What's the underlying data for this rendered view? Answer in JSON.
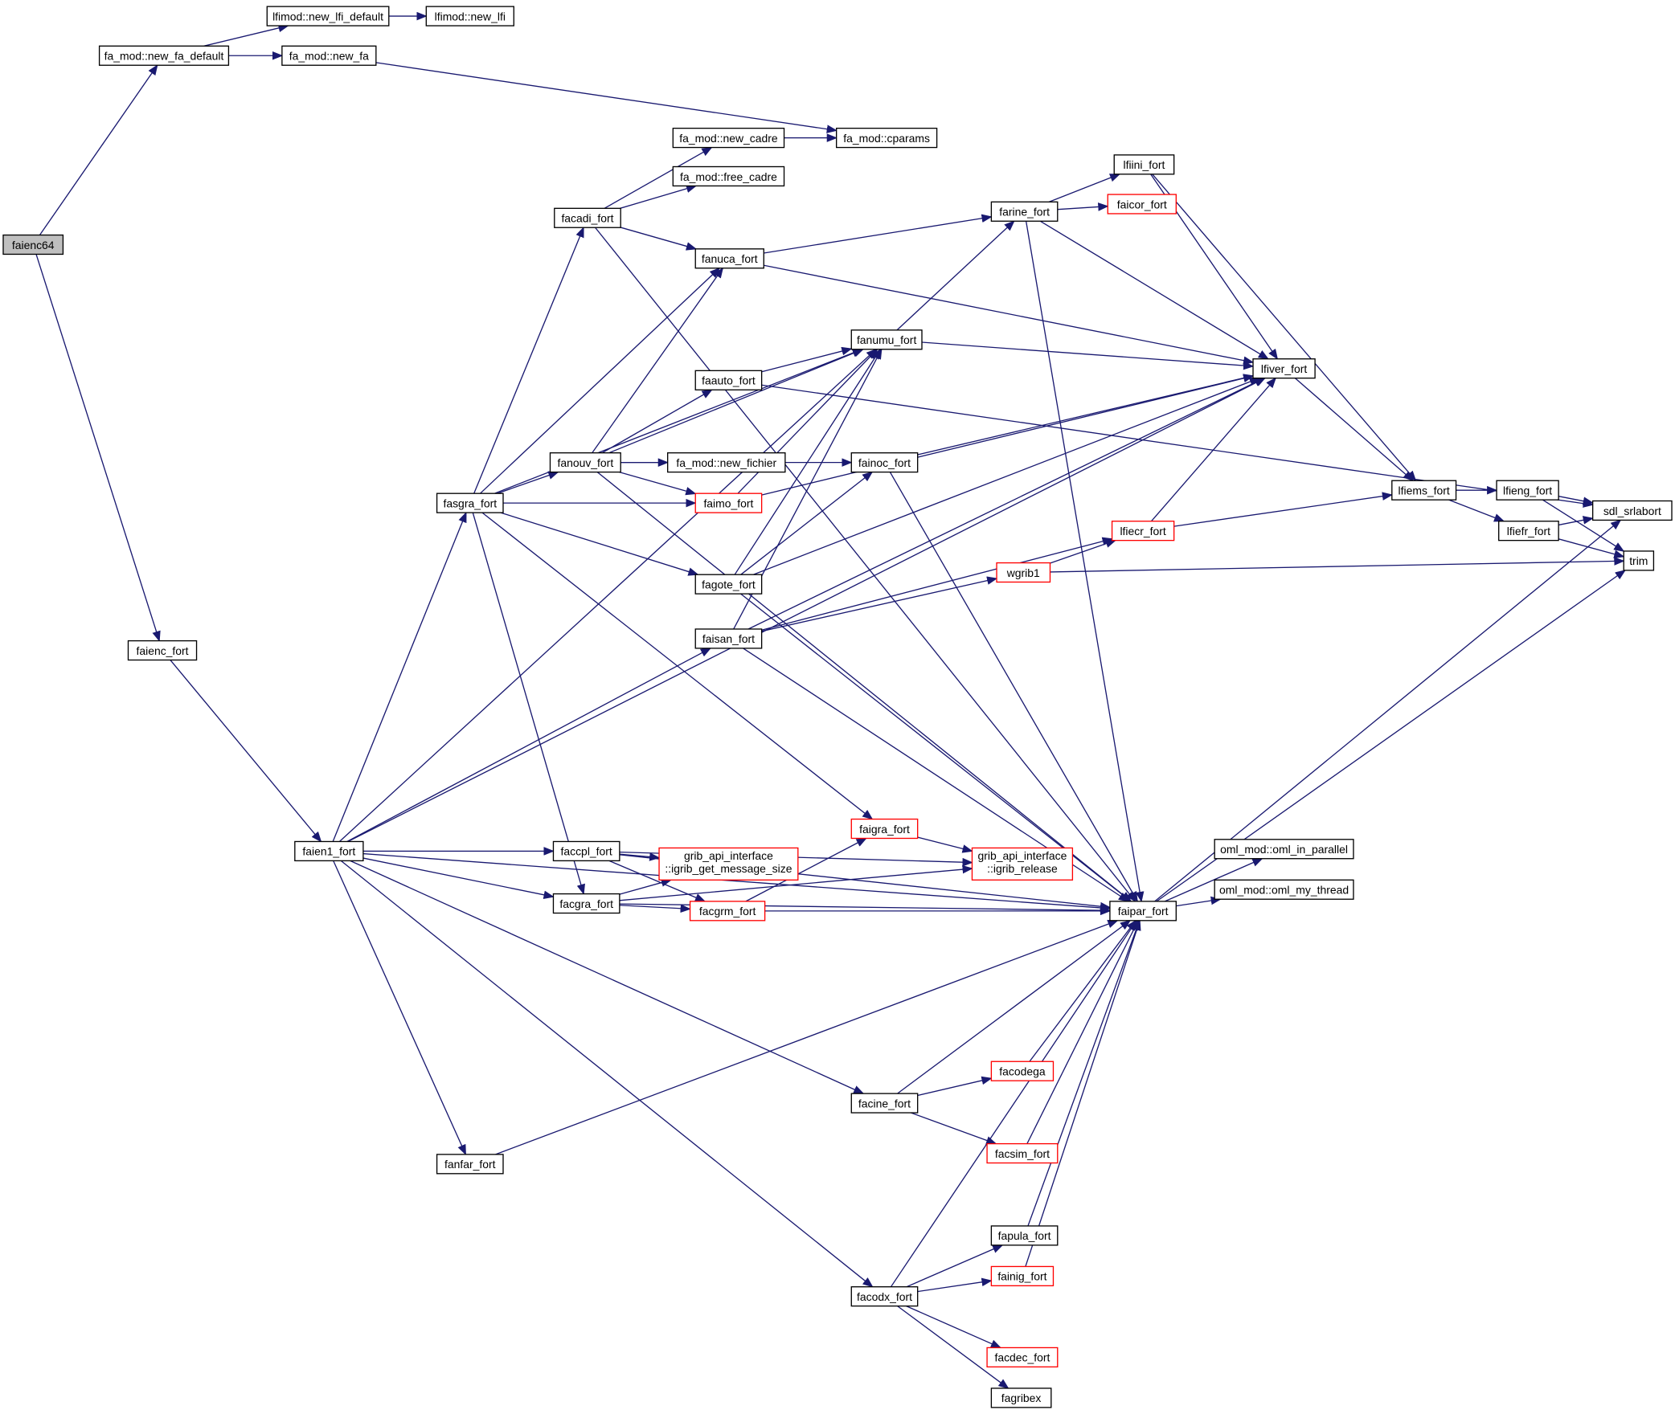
{
  "diagram": {
    "type": "call-graph",
    "colors": {
      "edge": "#191970",
      "highlight_border": "#ff0000",
      "root_fill": "#bfbfbf"
    },
    "nodes": [
      {
        "label": "faienc64",
        "style": "root"
      },
      {
        "label": "lfimod::new_lfi_default"
      },
      {
        "label": "lfimod::new_lfi"
      },
      {
        "label": "fa_mod::new_fa_default"
      },
      {
        "label": "fa_mod::new_fa"
      },
      {
        "label": "fa_mod::cparams"
      },
      {
        "label": "fa_mod::new_cadre"
      },
      {
        "label": "fa_mod::free_cadre"
      },
      {
        "label": "facadi_fort"
      },
      {
        "label": "fanuca_fort"
      },
      {
        "label": "farine_fort"
      },
      {
        "label": "lfiini_fort"
      },
      {
        "label": "faicor_fort",
        "style": "red"
      },
      {
        "label": "fanumu_fort"
      },
      {
        "label": "faauto_fort"
      },
      {
        "label": "lfiver_fort"
      },
      {
        "label": "fanouv_fort"
      },
      {
        "label": "fa_mod::new_fichier"
      },
      {
        "label": "fainoc_fort"
      },
      {
        "label": "fasgra_fort"
      },
      {
        "label": "faimo_fort",
        "style": "red"
      },
      {
        "label": "lfiems_fort"
      },
      {
        "label": "lfieng_fort"
      },
      {
        "label": "sdl_srlabort"
      },
      {
        "label": "lfiecr_fort",
        "style": "red"
      },
      {
        "label": "lfiefr_fort"
      },
      {
        "label": "trim"
      },
      {
        "label": "wgrib1",
        "style": "red"
      },
      {
        "label": "fagote_fort"
      },
      {
        "label": "faisan_fort"
      },
      {
        "label": "faienc_fort"
      },
      {
        "label": "faien1_fort"
      },
      {
        "label": "faccpl_fort"
      },
      {
        "label": "grib_api_interface",
        "label2": "::igrib_get_message_size",
        "style": "red"
      },
      {
        "label": "faigra_fort",
        "style": "red"
      },
      {
        "label": "grib_api_interface",
        "label2": "::igrib_release",
        "style": "red"
      },
      {
        "label": "oml_mod::oml_in_parallel"
      },
      {
        "label": "facgra_fort"
      },
      {
        "label": "facgrm_fort",
        "style": "red"
      },
      {
        "label": "faipar_fort"
      },
      {
        "label": "oml_mod::oml_my_thread"
      },
      {
        "label": "facodega",
        "style": "red"
      },
      {
        "label": "facine_fort"
      },
      {
        "label": "facsim_fort",
        "style": "red"
      },
      {
        "label": "fanfar_fort"
      },
      {
        "label": "fapula_fort"
      },
      {
        "label": "fainig_fort",
        "style": "red"
      },
      {
        "label": "facodx_fort"
      },
      {
        "label": "facdec_fort",
        "style": "red"
      },
      {
        "label": "fagribex"
      }
    ],
    "edges": [
      [
        0,
        3
      ],
      [
        0,
        30
      ],
      [
        3,
        1
      ],
      [
        1,
        2
      ],
      [
        3,
        4
      ],
      [
        4,
        5
      ],
      [
        6,
        5
      ],
      [
        8,
        6
      ],
      [
        8,
        7
      ],
      [
        8,
        9
      ],
      [
        8,
        39
      ],
      [
        9,
        10
      ],
      [
        9,
        15
      ],
      [
        10,
        11
      ],
      [
        10,
        12
      ],
      [
        10,
        15
      ],
      [
        10,
        39
      ],
      [
        11,
        15
      ],
      [
        11,
        21
      ],
      [
        13,
        10
      ],
      [
        13,
        15
      ],
      [
        14,
        13
      ],
      [
        14,
        23
      ],
      [
        15,
        21
      ],
      [
        21,
        22
      ],
      [
        21,
        25
      ],
      [
        22,
        23
      ],
      [
        22,
        26
      ],
      [
        25,
        23
      ],
      [
        25,
        26
      ],
      [
        24,
        15
      ],
      [
        24,
        21
      ],
      [
        27,
        24
      ],
      [
        27,
        26
      ],
      [
        16,
        9
      ],
      [
        16,
        13
      ],
      [
        16,
        14
      ],
      [
        16,
        17
      ],
      [
        16,
        20
      ],
      [
        16,
        18
      ],
      [
        16,
        39
      ],
      [
        18,
        15
      ],
      [
        18,
        39
      ],
      [
        19,
        8
      ],
      [
        19,
        9
      ],
      [
        19,
        13
      ],
      [
        19,
        16
      ],
      [
        19,
        20
      ],
      [
        19,
        28
      ],
      [
        19,
        34
      ],
      [
        19,
        37
      ],
      [
        20,
        13
      ],
      [
        20,
        15
      ],
      [
        28,
        18
      ],
      [
        28,
        13
      ],
      [
        28,
        15
      ],
      [
        28,
        39
      ],
      [
        29,
        13
      ],
      [
        29,
        15
      ],
      [
        29,
        24
      ],
      [
        29,
        27
      ],
      [
        29,
        39
      ],
      [
        30,
        31
      ],
      [
        31,
        15
      ],
      [
        31,
        13
      ],
      [
        31,
        19
      ],
      [
        31,
        29
      ],
      [
        31,
        32
      ],
      [
        31,
        37
      ],
      [
        31,
        39
      ],
      [
        31,
        42
      ],
      [
        31,
        44
      ],
      [
        31,
        47
      ],
      [
        32,
        33
      ],
      [
        32,
        38
      ],
      [
        32,
        35
      ],
      [
        32,
        39
      ],
      [
        37,
        33
      ],
      [
        37,
        38
      ],
      [
        37,
        35
      ],
      [
        37,
        39
      ],
      [
        34,
        35
      ],
      [
        38,
        34
      ],
      [
        38,
        39
      ],
      [
        39,
        36
      ],
      [
        39,
        40
      ],
      [
        39,
        23
      ],
      [
        39,
        26
      ],
      [
        42,
        41
      ],
      [
        42,
        43
      ],
      [
        42,
        39
      ],
      [
        41,
        39
      ],
      [
        43,
        39
      ],
      [
        44,
        39
      ],
      [
        47,
        45
      ],
      [
        47,
        46
      ],
      [
        47,
        48
      ],
      [
        47,
        49
      ],
      [
        47,
        39
      ],
      [
        45,
        39
      ],
      [
        46,
        39
      ]
    ]
  }
}
